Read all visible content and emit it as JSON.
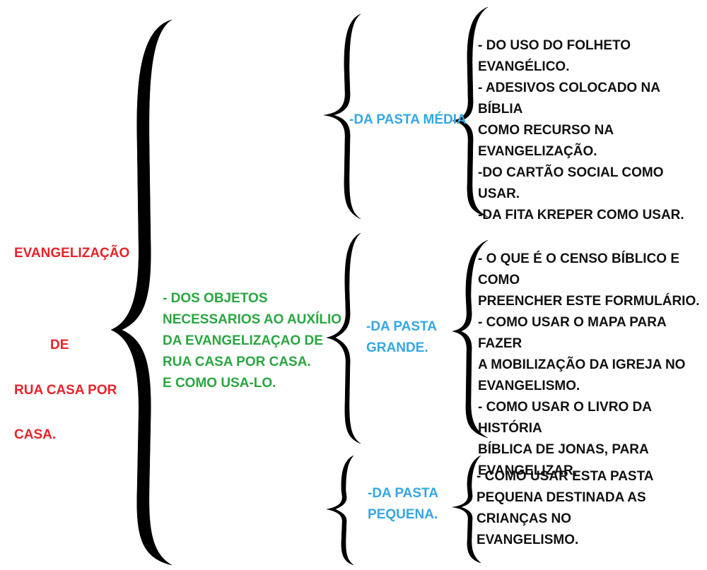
{
  "root": {
    "line1": "EVANGELIZAÇÃO",
    "line2": "DE",
    "line3": "RUA CASA POR",
    "line4": "CASA."
  },
  "middle": {
    "text": "- DOS OBJETOS\nNECESSARIOS AO AUXÍLIO\nDA EVANGELIZAÇAO DE\nRUA CASA POR CASA.\n E COMO USA-LO."
  },
  "branches": [
    {
      "label": "-DA PASTA MÉDIA",
      "details": "- DO USO DO FOLHETO\nEVANGÉLICO.\n- ADESIVOS COLOCADO NA BÍBLIA\nCOMO RECURSO NA\nEVANGELIZAÇÃO.\n-DO CARTÃO SOCIAL COMO USAR.\n-DA FITA KREPER COMO USAR."
    },
    {
      "label": "-DA PASTA\nGRANDE.",
      "details": "- O QUE É O CENSO BÍBLICO E COMO\nPREENCHER ESTE FORMULÁRIO.\n- COMO USAR O MAPA PARA FAZER\nA MOBILIZAÇÃO DA IGREJA NO\nEVANGELISMO.\n- COMO USAR O LIVRO DA HISTÓRIA\nBÍBLICA DE JONAS, PARA\nEVANGELIZAR."
    },
    {
      "label": "-DA PASTA\nPEQUENA.",
      "details": "- COMO USAR ESTA PASTA\nPEQUENA DESTINADA AS\nCRIANÇAS NO\nEVANGELISMO."
    }
  ]
}
